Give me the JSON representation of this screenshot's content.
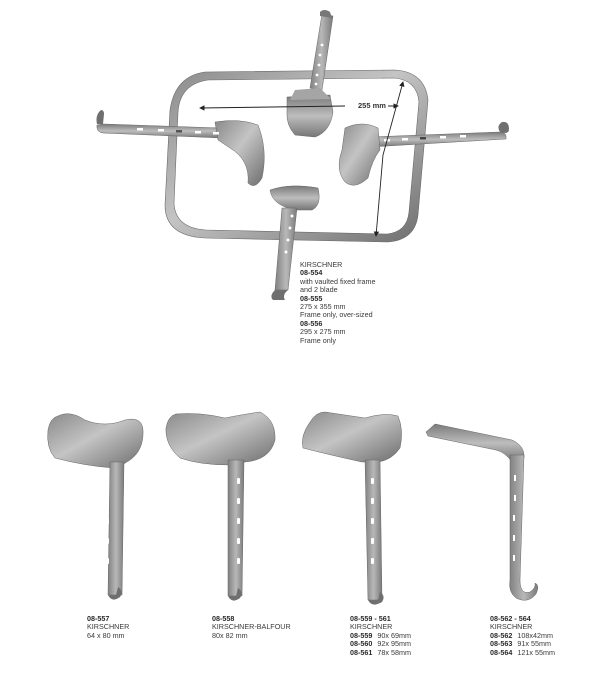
{
  "frame_set": {
    "dimension_label": "255 mm",
    "title": "KIRSCHNER",
    "items": [
      {
        "code": "08-554",
        "lines": [
          "with vaulted fixed frame",
          "and 2 blade"
        ]
      },
      {
        "code": "08-555",
        "lines": [
          "275 x 355 mm",
          "Frame only, over-sized"
        ]
      },
      {
        "code": "08-556",
        "lines": [
          "295 x 275 mm",
          "Frame only"
        ]
      }
    ]
  },
  "blades": [
    {
      "code": "08-557",
      "name": "KIRSCHNER",
      "size": "64 x 80 mm"
    },
    {
      "code": "08-558",
      "name": "KIRSCHNER-BALFOUR",
      "size": "80x 82 mm"
    },
    {
      "code": "08-559 - 561",
      "name": "KIRSCHNER",
      "variants": [
        {
          "code": "08-559",
          "size": "90x 69mm"
        },
        {
          "code": "08-560",
          "size": "92x 95mm"
        },
        {
          "code": "08-561",
          "size": "78x 58mm"
        }
      ]
    },
    {
      "code": "08-562 - 564",
      "name": "KIRSCHNER",
      "variants": [
        {
          "code": "08-562",
          "size": "108x42mm"
        },
        {
          "code": "08-563",
          "size": "91x 55mm"
        },
        {
          "code": "08-564",
          "size": "121x 55mm"
        }
      ]
    }
  ],
  "colors": {
    "steel_dark": "#6e6e6e",
    "steel_mid": "#9a9a9a",
    "steel_light": "#c8c8c8",
    "text": "#3a3a3a"
  }
}
